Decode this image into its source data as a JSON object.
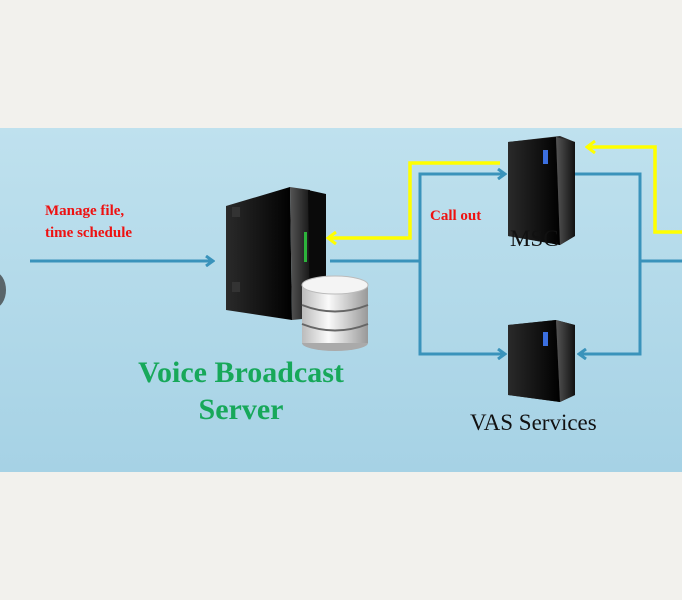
{
  "labels": {
    "manage_line1": "Manage file,",
    "manage_line2": "time schedule",
    "call_out": "Call out",
    "msc": "MSC",
    "server_line1": "Voice Broadcast",
    "server_line2": "Server",
    "vas": "VAS Services"
  },
  "colors": {
    "background_top": "#bfe1ee",
    "background_bottom": "#a6d2e5",
    "flow_blue": "#3a93bb",
    "flow_yellow": "#ffff00",
    "label_red": "#ee1111",
    "label_green": "#17a85a"
  },
  "icons": [
    "server-tower-icon",
    "database-icon"
  ]
}
